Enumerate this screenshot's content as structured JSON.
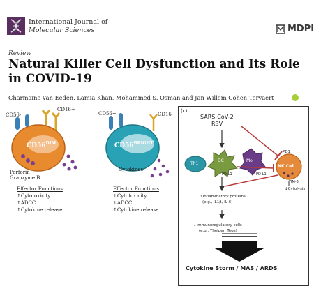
{
  "header": {
    "journal_line1": "International Journal of",
    "journal_line2": "Molecular Sciences",
    "publisher": "MDPI"
  },
  "article": {
    "type": "Review",
    "title_line1": "Natural Killer Cell Dysfunction and Its Role",
    "title_line2": "in COVID-19",
    "authors": "Charmaine van Eeden, Lamia Khan, Mohammed S. Osman and Jan Willem Cohen Tervaert"
  },
  "figure_left": {
    "cell1": {
      "name": "CD56",
      "superscript": "DIM",
      "marker_left": "CD56-",
      "marker_right": "CD16+",
      "granules_label_1": "Perforin",
      "granules_label_2": "Granzyme B",
      "functions_title": "Effector Functions",
      "functions": [
        {
          "arrow": "↑",
          "text": "Cytotoxicity"
        },
        {
          "arrow": "↑",
          "text": "ADCC"
        },
        {
          "arrow": "↑",
          "text": "Cytokine release"
        }
      ]
    },
    "cell2": {
      "name": "CD56",
      "superscript": "BRIGHT",
      "marker_left": "CD56~",
      "marker_right": "CD16-",
      "granules_label_1": "Cytokines",
      "functions_title": "Effector Functions",
      "functions": [
        {
          "arrow": "↓",
          "text": "Cytotoxicity"
        },
        {
          "arrow": "↓",
          "text": "ADCC"
        },
        {
          "arrow": "↑",
          "text": "Cytokine release"
        }
      ]
    }
  },
  "figure_right": {
    "panel_label": "(c)",
    "virus_line1": "SARS-CoV-2",
    "virus_line2": "RSV",
    "th1": "Th1",
    "dc": "DC",
    "mo": "Mo",
    "pdl1_a": "PD-L1",
    "pdl1_b": "PD-L1",
    "pd1": "PD1",
    "nk": "NK Cell",
    "tim3": "TIM-3",
    "cytolysis": "Cytolysis",
    "inflam_line1": "Inflammatory proteins",
    "inflam_line2": "(e.g., IL1β, IL-6)",
    "immuno_line1": "Immunoregulatory cells",
    "immuno_line2": "(e.g., Thelper, Tegs)",
    "outcome": "Cytokine Storm / MAS / ARDS",
    "colors": {
      "red": "#b93a3a",
      "teal": "#2b96a6",
      "dc_green": "#7a9a40",
      "mo_purple": "#6a3b86",
      "nk_orange": "#e58a3a"
    }
  }
}
